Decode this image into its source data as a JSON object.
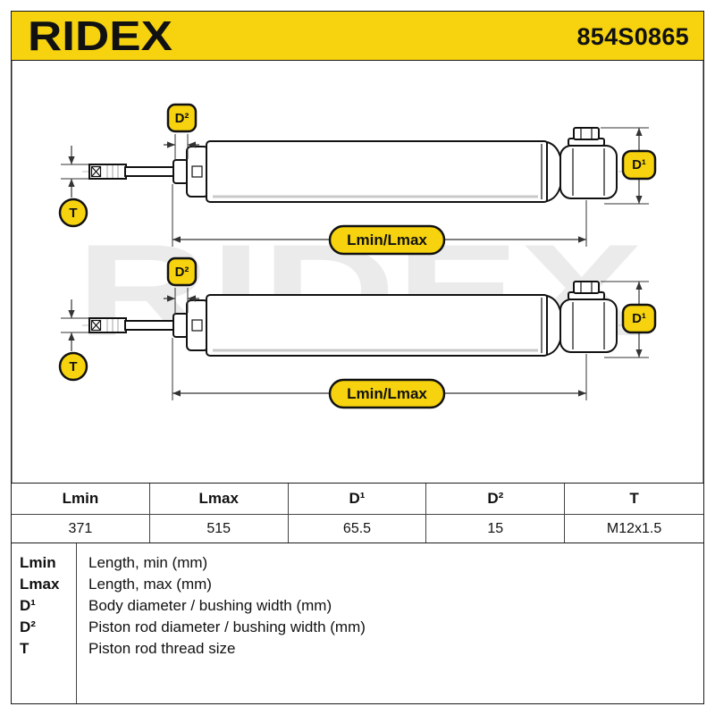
{
  "header": {
    "brand": "RIDEX",
    "part_number": "854S0865"
  },
  "diagram": {
    "watermark": "RIDEX",
    "labels": {
      "length": "Lmin/Lmax",
      "d1": "D¹",
      "d2": "D²",
      "thread": "T"
    }
  },
  "table": {
    "headers": [
      "Lmin",
      "Lmax",
      "D¹",
      "D²",
      "T"
    ],
    "values": [
      "371",
      "515",
      "65.5",
      "15",
      "M12x1.5"
    ]
  },
  "legend": [
    {
      "key": "Lmin",
      "description": "Length, min (mm)"
    },
    {
      "key": "Lmax",
      "description": "Length, max (mm)"
    },
    {
      "key": "D¹",
      "description": "Body diameter / bushing width (mm)"
    },
    {
      "key": "D²",
      "description": "Piston rod diameter / bushing width (mm)"
    },
    {
      "key": "T",
      "description": "Piston rod thread size"
    }
  ],
  "colors": {
    "accent": "#f6d30e",
    "line": "#111111",
    "watermark": "#ebebeb"
  }
}
